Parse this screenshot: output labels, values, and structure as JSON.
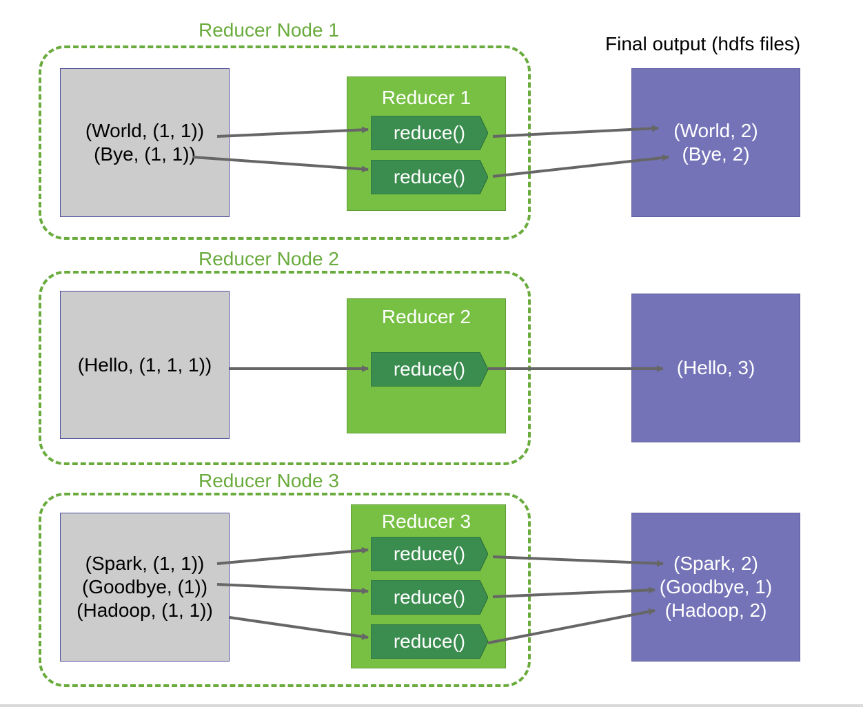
{
  "final_output_title": "Final output (hdfs files)",
  "nodes": [
    {
      "title": "Reducer Node 1",
      "input_lines": [
        "(World, (1, 1))",
        "(Bye, (1, 1))"
      ],
      "reducer_title": "Reducer 1",
      "functions": [
        "reduce()",
        "reduce()"
      ],
      "output_lines": [
        "(World, 2)",
        "(Bye, 2)"
      ]
    },
    {
      "title": "Reducer Node 2",
      "input_lines": [
        "(Hello, (1, 1, 1))"
      ],
      "reducer_title": "Reducer 2",
      "functions": [
        "reduce()"
      ],
      "output_lines": [
        "(Hello, 3)"
      ]
    },
    {
      "title": "Reducer Node 3",
      "input_lines": [
        "(Spark, (1, 1))",
        "(Goodbye, (1))",
        "(Hadoop, (1, 1))"
      ],
      "reducer_title": "Reducer 3",
      "functions": [
        "reduce()",
        "reduce()",
        "reduce()"
      ],
      "output_lines": [
        "(Spark, 2)",
        "(Goodbye, 1)",
        "(Hadoop, 2)"
      ]
    }
  ],
  "colors": {
    "node_border": "#6aab3d",
    "input_fill": "#cccccc",
    "reducer_fill": "#77c043",
    "function_fill": "#3a8c4f",
    "output_fill": "#7473b8",
    "arrow": "#666666"
  }
}
